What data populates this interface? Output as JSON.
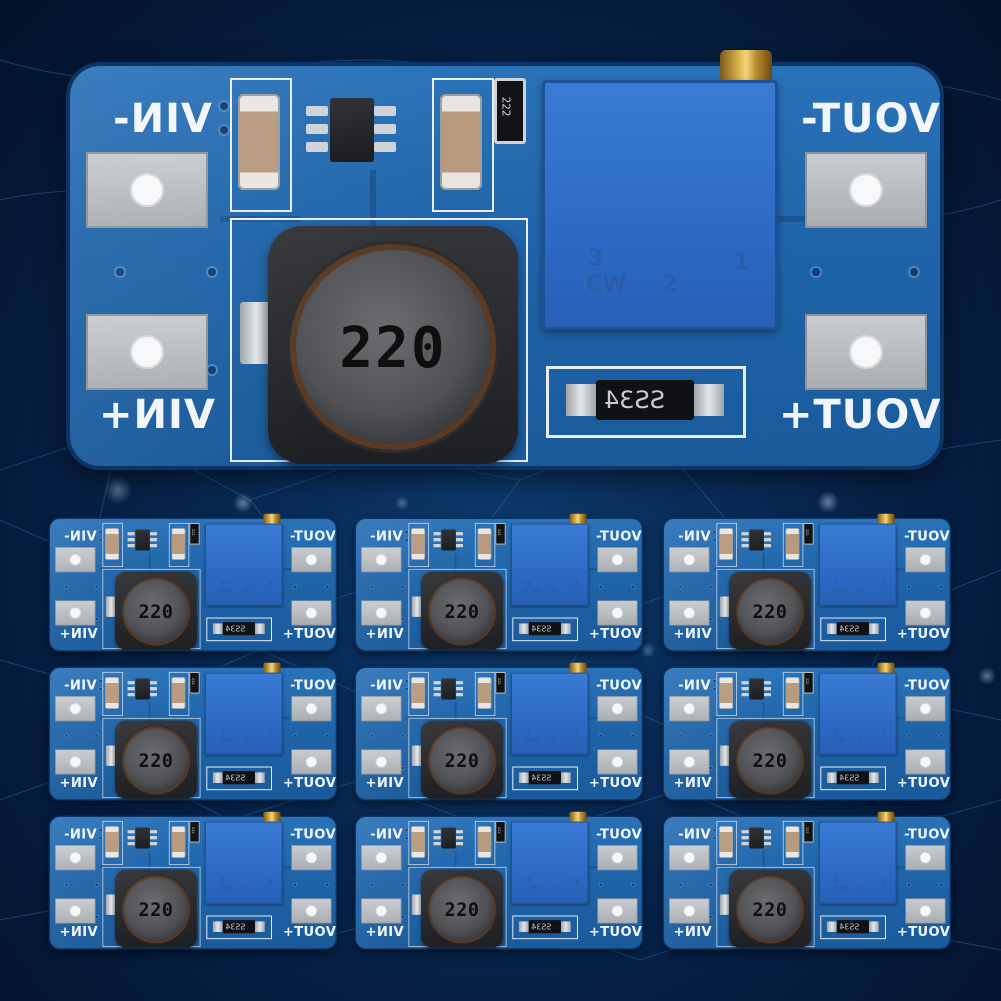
{
  "colors": {
    "background": "#051d40",
    "pcb": "#1f64a8",
    "pad": "#b9bdc2",
    "potentiometer": "#2d6ac6",
    "inductor": "#3a3b3e",
    "silkscreen": "#f2f6fb"
  },
  "board": {
    "label_vin_minus": "VIN-",
    "label_vin_plus": "VIN+",
    "label_vout_minus": "VOUT-",
    "label_vout_plus": "VOUT+",
    "inductor_marking": "220",
    "diode_marking": "SS34",
    "resistor_marking": "222",
    "pot_marking_top": "3",
    "pot_marking_right": "1",
    "pot_marking_cw": "CW",
    "pot_marking_2": "2"
  },
  "grid": {
    "columns": 3,
    "rows": 3,
    "board_count": 9
  }
}
